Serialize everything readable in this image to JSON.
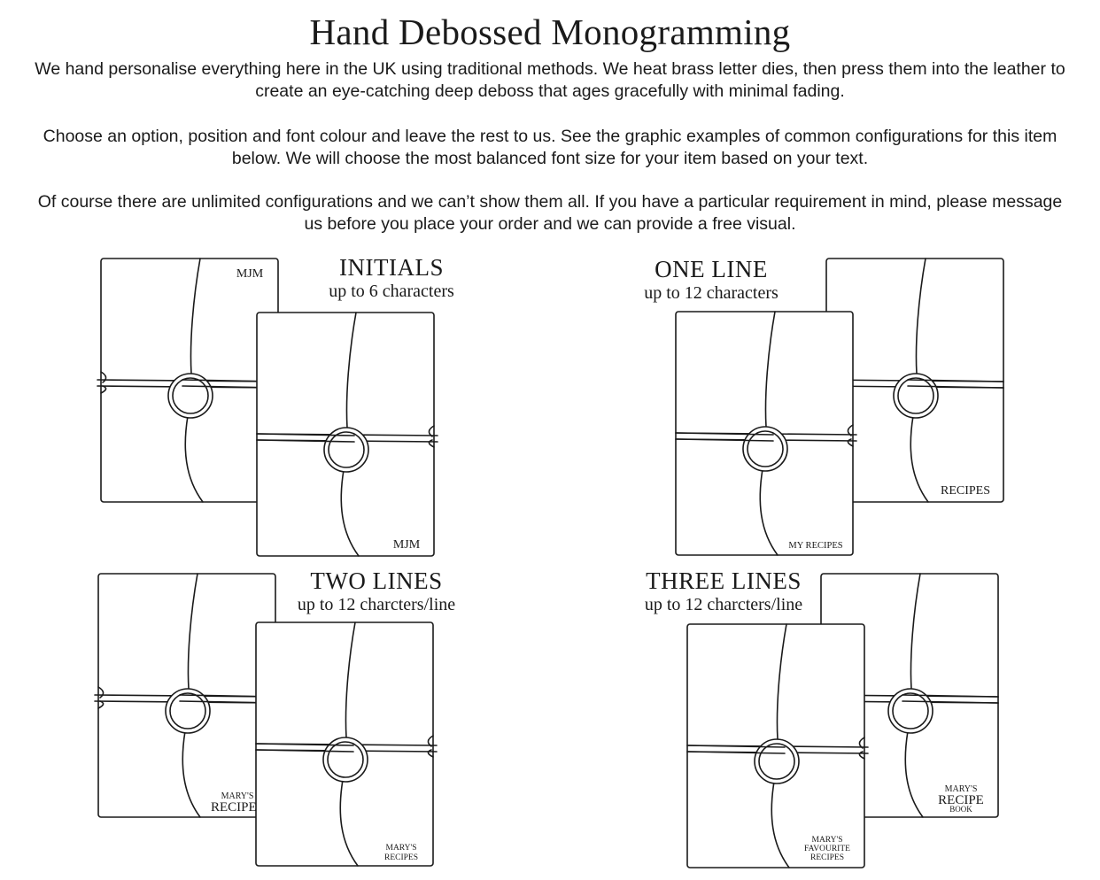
{
  "heading": "Hand Debossed Monogramming",
  "paragraphs": {
    "p1": "We hand personalise everything here in the UK using traditional methods. We heat brass letter dies, then press them into the leather to create an eye-catching deep deboss that ages gracefully with minimal fading.",
    "p2": "Choose an option, position and font colour and leave the rest to us. See the graphic examples of common configurations for this item below. We will choose the most balanced font size for your item based on your text.",
    "p3": "Of course there are unlimited configurations and we can’t show them all. If you have a particular requirement in mind, please message  us before you place your order and we can provide a free visual."
  },
  "options": {
    "initials": {
      "title": "INITIALS",
      "subtitle": "up to 6 characters",
      "back_text": "MJM",
      "front_text": "MJM"
    },
    "one_line": {
      "title": "ONE LINE",
      "subtitle": "up to 12 characters",
      "back_text": "RECIPES",
      "front_text": "MY RECIPES"
    },
    "two_lines": {
      "title": "TWO LINES",
      "subtitle": "up to 12 charcters/line",
      "back_line1": "MARY'S",
      "back_line2": "RECIPES",
      "front_line1": "MARY'S",
      "front_line2": "RECIPES"
    },
    "three_lines": {
      "title": "THREE LINES",
      "subtitle": "up to 12 charcters/line",
      "back_line1": "MARY'S",
      "back_line2": "RECIPE",
      "back_line3": "BOOK",
      "front_line1": "MARY'S",
      "front_line2": "FAVOURITE",
      "front_line3": "RECIPES"
    }
  }
}
